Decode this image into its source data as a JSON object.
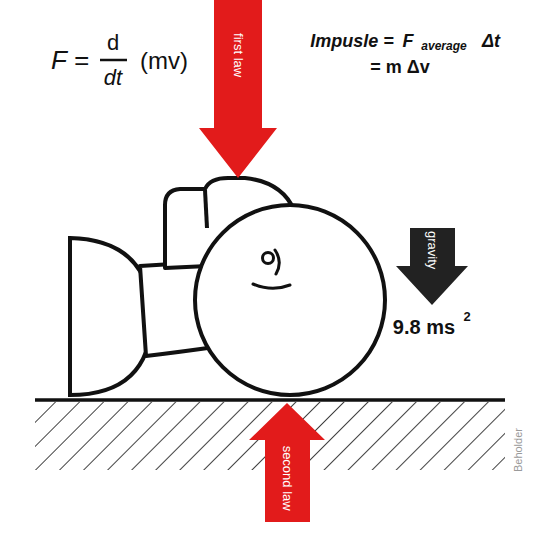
{
  "diagram": {
    "labels": [
      "F =",
      "d",
      "dt",
      "(mv)",
      "Impusle =",
      "F",
      "average",
      "Δt",
      "= m Δv",
      "first law",
      "gravity",
      "9.8 ms",
      "2",
      "second law",
      "Beholder"
    ]
  }
}
